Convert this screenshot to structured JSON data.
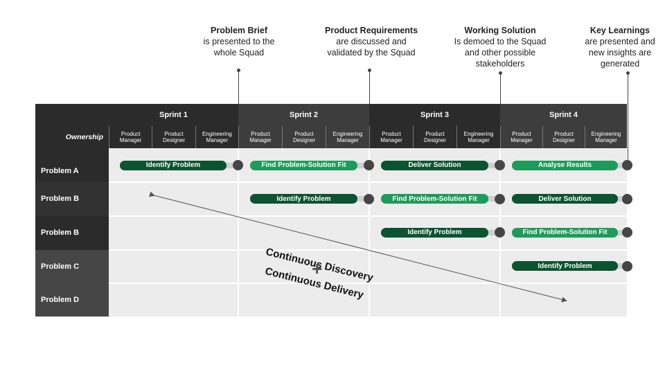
{
  "callouts": [
    {
      "title": "Problem Brief",
      "desc": [
        "is presented to the",
        "whole Squad"
      ]
    },
    {
      "title": "Product Requirements",
      "desc": [
        "are discussed and",
        "validated by the Squad"
      ]
    },
    {
      "title": "Working Solution",
      "desc": [
        "Is demoed to the Squad",
        "and other possible",
        "stakeholders"
      ]
    },
    {
      "title": "Key Learnings",
      "desc": [
        "are presented and",
        "new insights are",
        "generated"
      ]
    }
  ],
  "ownership_label": "Ownership",
  "sprints": [
    "Sprint 1",
    "Sprint 2",
    "Sprint 3",
    "Sprint 4"
  ],
  "roles": [
    [
      "Product",
      "Manager"
    ],
    [
      "Product",
      "Designer"
    ],
    [
      "Engineering",
      "Manager"
    ]
  ],
  "rows": [
    "Problem A",
    "Problem B",
    "Problem B",
    "Problem C",
    "Problem D"
  ],
  "activities": [
    {
      "row": 0,
      "sprint": 0,
      "label": "Identify Problem",
      "style": "dark"
    },
    {
      "row": 0,
      "sprint": 1,
      "label": "Find Problem-Solution Fit",
      "style": "light"
    },
    {
      "row": 0,
      "sprint": 2,
      "label": "Deliver Solution",
      "style": "dark"
    },
    {
      "row": 0,
      "sprint": 3,
      "label": "Analyse Results",
      "style": "light"
    },
    {
      "row": 1,
      "sprint": 1,
      "label": "Identify Problem",
      "style": "dark"
    },
    {
      "row": 1,
      "sprint": 2,
      "label": "Find Problem-Solution Fit",
      "style": "light"
    },
    {
      "row": 1,
      "sprint": 3,
      "label": "Deliver Solution",
      "style": "dark"
    },
    {
      "row": 2,
      "sprint": 2,
      "label": "Identify Problem",
      "style": "dark"
    },
    {
      "row": 2,
      "sprint": 3,
      "label": "Find Problem-Solution Fit",
      "style": "light"
    },
    {
      "row": 3,
      "sprint": 3,
      "label": "Identify Problem",
      "style": "dark"
    }
  ],
  "overlay": {
    "line1": "Continuous Discovery",
    "plus": "+",
    "line2": "Continuous Delivery"
  },
  "colors": {
    "dark_green": "#0b5331",
    "light_green": "#1e9b5a",
    "header": "#2b2b2b",
    "node": "#454545"
  }
}
